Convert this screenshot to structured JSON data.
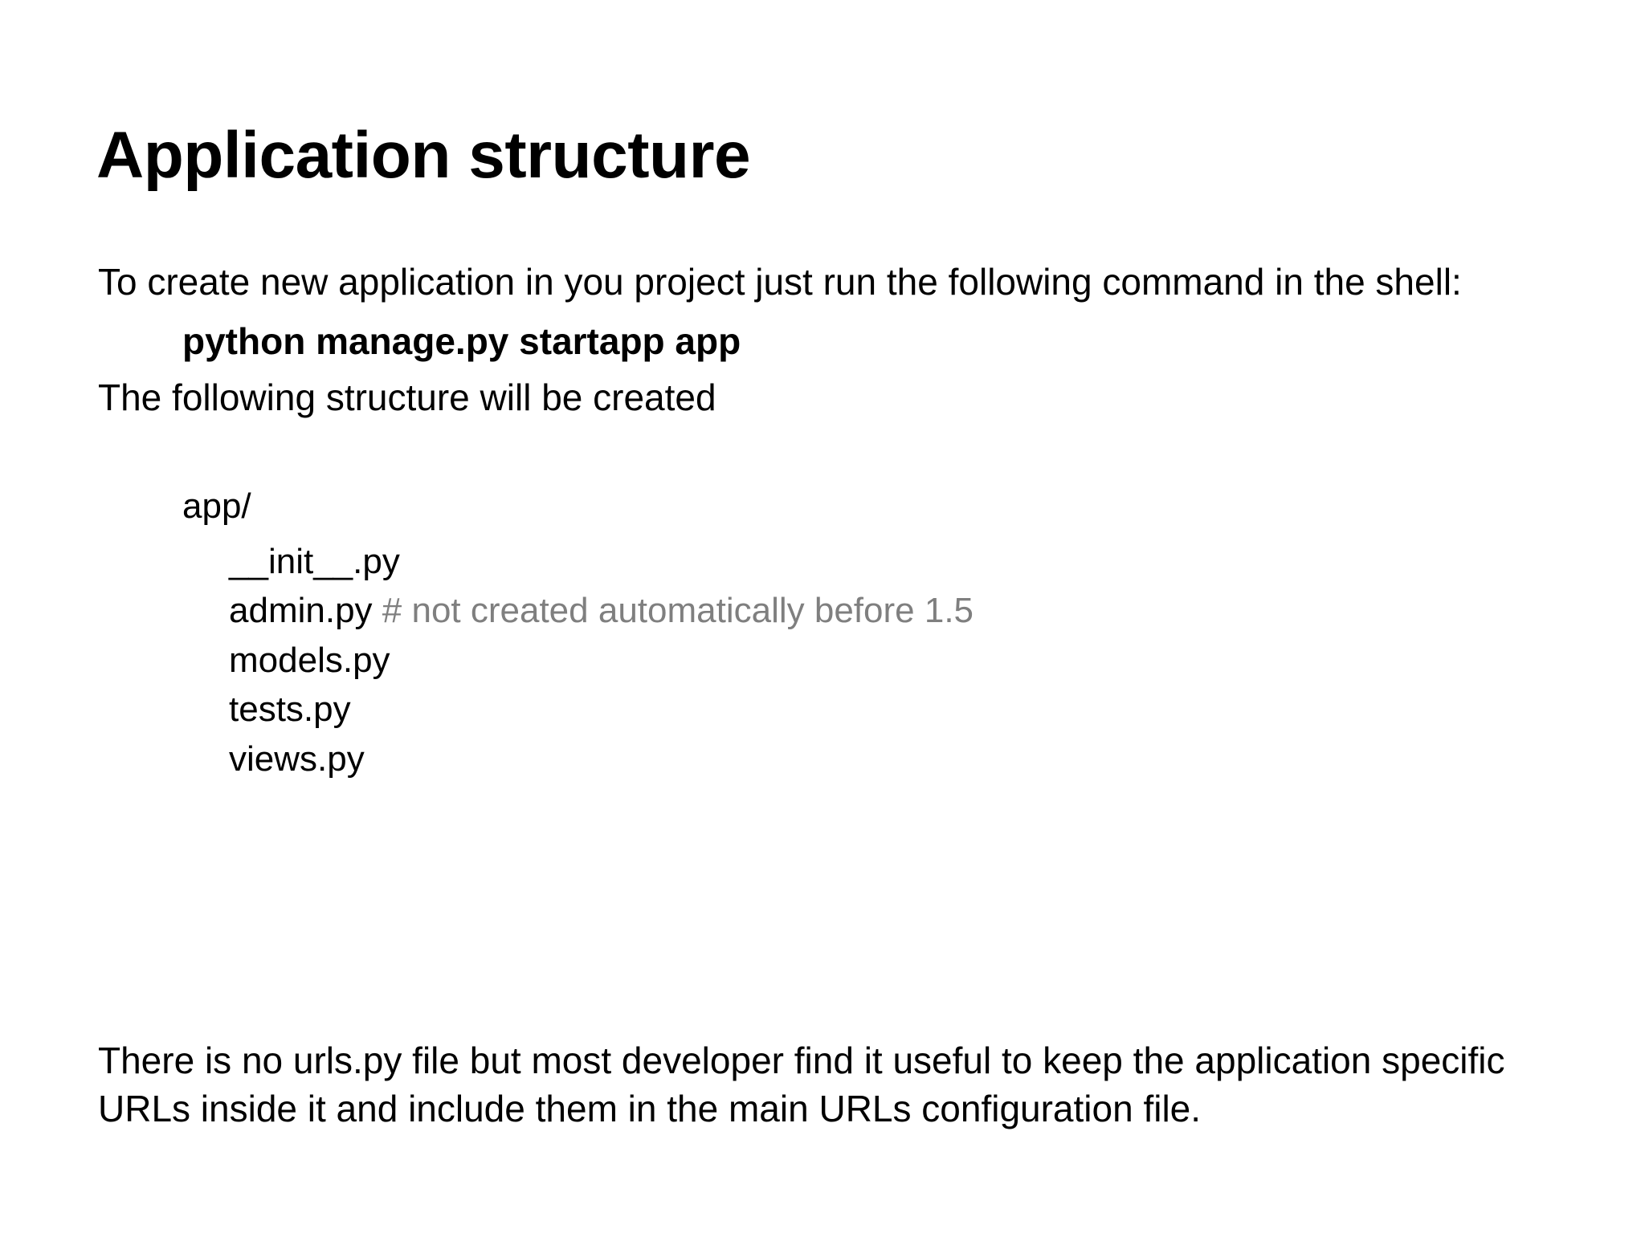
{
  "slide": {
    "title": "Application structure",
    "intro_paragraph": "To create new application in you project just run the following command in the shell:",
    "command": "python manage.py startapp app",
    "structure_intro": "The following structure will be created",
    "tree": {
      "root": "app/",
      "items": [
        {
          "name": "__init__.py",
          "comment": ""
        },
        {
          "name": "admin.py",
          "comment": "# not created automatically before 1.5"
        },
        {
          "name": "models.py",
          "comment": ""
        },
        {
          "name": "tests.py",
          "comment": ""
        },
        {
          "name": "views.py",
          "comment": ""
        }
      ]
    },
    "footer_paragraph": "There is no urls.py file but most developer find it useful to keep the application specific URLs inside it and include them in the main URLs configuration file.",
    "colors": {
      "background": "#ffffff",
      "text": "#000000",
      "comment": "#7f7f7f"
    }
  }
}
